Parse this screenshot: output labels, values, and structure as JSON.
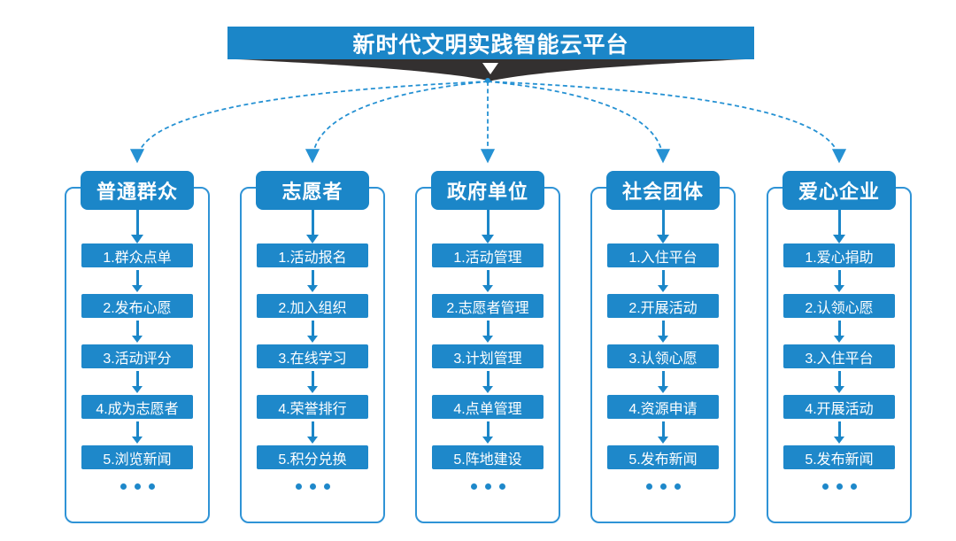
{
  "banner": {
    "title": "新时代文明实践智能云平台"
  },
  "more_indicator": "...",
  "colors": {
    "box_blue": "#1e88ca",
    "header_blue": "#1b86c8",
    "connector_blue": "#2591d3",
    "frame_border": "#2f93d6",
    "ribbon_dark": "#2e2c2c",
    "text_on_blue": "#ffffff"
  },
  "connector_style": "dashed",
  "columns": [
    {
      "header": "普通群众",
      "items": [
        "1.群众点单",
        "2.发布心愿",
        "3.活动评分",
        "4.成为志愿者",
        "5.浏览新闻"
      ]
    },
    {
      "header": "志愿者",
      "items": [
        "1.活动报名",
        "2.加入组织",
        "3.在线学习",
        "4.荣誉排行",
        "5.积分兑换"
      ]
    },
    {
      "header": "政府单位",
      "items": [
        "1.活动管理",
        "2.志愿者管理",
        "3.计划管理",
        "4.点单管理",
        "5.阵地建设"
      ]
    },
    {
      "header": "社会团体",
      "items": [
        "1.入住平台",
        "2.开展活动",
        "3.认领心愿",
        "4.资源申请",
        "5.发布新闻"
      ]
    },
    {
      "header": "爱心企业",
      "items": [
        "1.爱心捐助",
        "2.认领心愿",
        "3.入住平台",
        "4.开展活动",
        "5.发布新闻"
      ]
    }
  ]
}
